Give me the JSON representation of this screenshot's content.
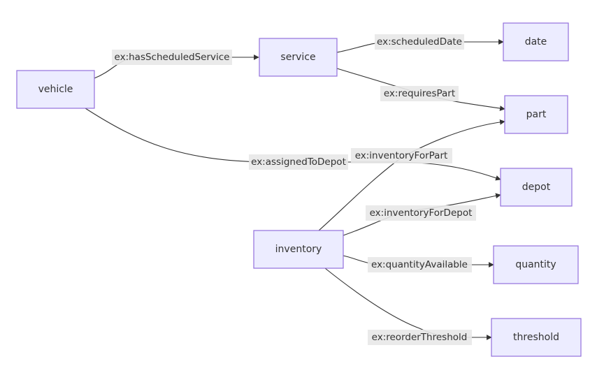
{
  "nodes": {
    "vehicle": "vehicle",
    "service": "service",
    "date": "date",
    "part": "part",
    "depot": "depot",
    "inventory": "inventory",
    "quantity": "quantity",
    "threshold": "threshold"
  },
  "edges": {
    "has_scheduled_service": "ex:hasScheduledService",
    "scheduled_date": "ex:scheduledDate",
    "requires_part": "ex:requiresPart",
    "assigned_to_depot": "ex:assignedToDepot",
    "inventory_for_part": "ex:inventoryForPart",
    "inventory_for_depot": "ex:inventoryForDepot",
    "quantity_available": "ex:quantityAvailable",
    "reorder_threshold": "ex:reorderThreshold"
  },
  "colors": {
    "node_fill": "#ECECFF",
    "node_border": "#9370DB",
    "edge_stroke": "#333333",
    "label_background": "#e8e8e8",
    "text": "#333333"
  }
}
